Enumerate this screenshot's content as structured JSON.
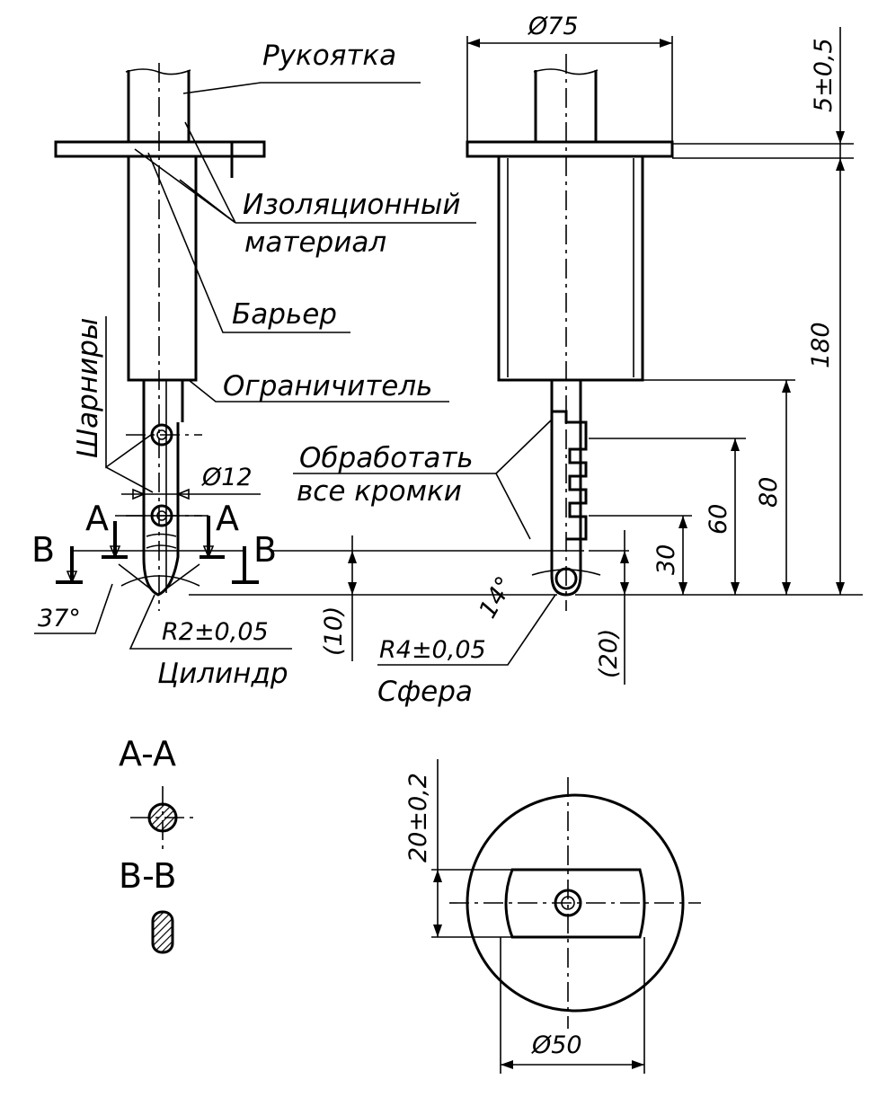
{
  "labels": {
    "handle": "Рукоятка",
    "insulating_1": "Изоляционный",
    "insulating_2": "материал",
    "barrier": "Барьер",
    "limiter": "Ограничитель",
    "hinges": "Шарниры",
    "process_1": "Обработать",
    "process_2": "все кромки",
    "cylinder": "Цилиндр",
    "sphere": "Сфера"
  },
  "dimensions": {
    "dia75": "Ø75",
    "d5": "5±0,5",
    "d180": "180",
    "d80": "80",
    "d60": "60",
    "d30": "30",
    "d20": "(20)",
    "d10": "(10)",
    "dia12": "Ø12",
    "r2": "R2±0,05",
    "r4": "R4±0,05",
    "a37": "37°",
    "a14": "14°",
    "d20tol": "20±0,2",
    "dia50": "Ø50"
  },
  "sections": {
    "a_left": "A",
    "a_right": "A",
    "b_left": "B",
    "b_right": "B",
    "aa_title": "A-A",
    "bb_title": "B-B"
  }
}
